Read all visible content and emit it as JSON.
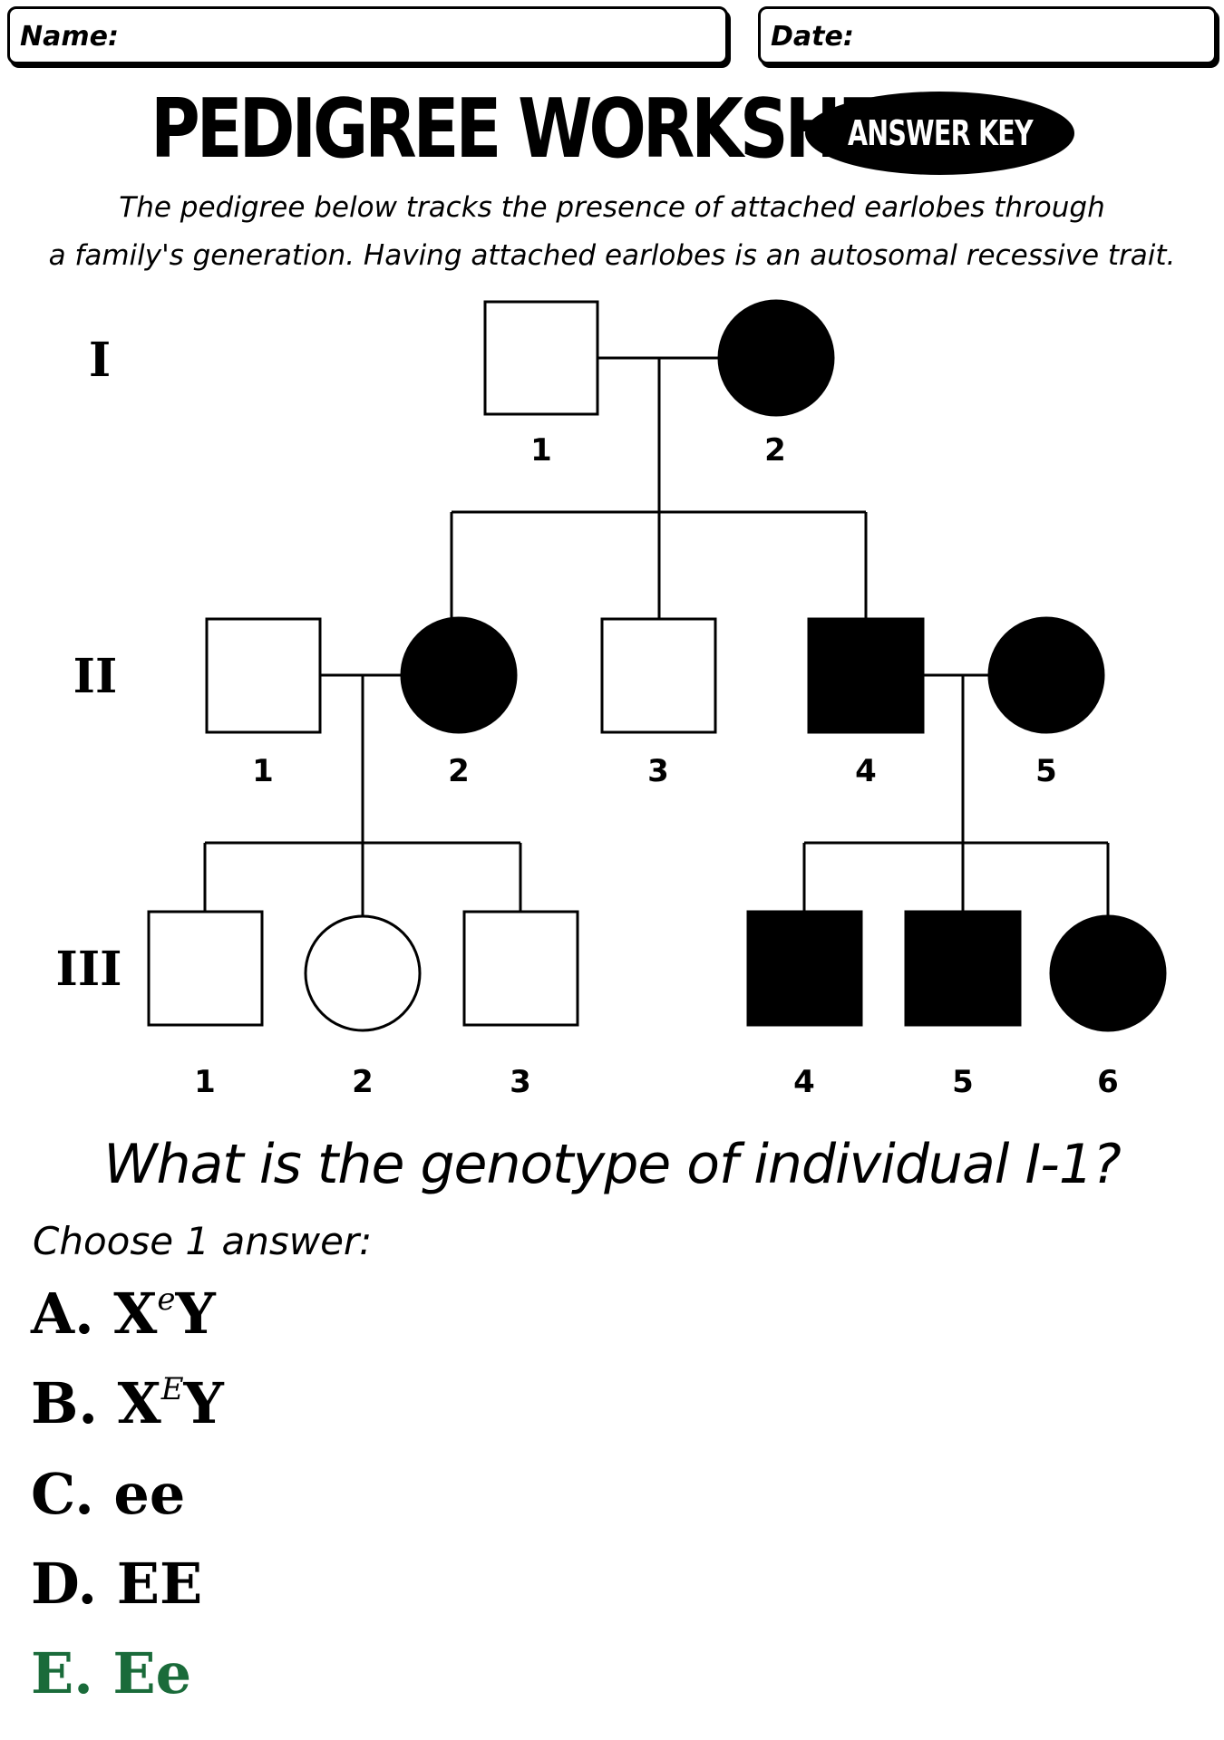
{
  "header": {
    "name_label": "Name:",
    "date_label": "Date:"
  },
  "title": "PEDIGREE WORKSHEET",
  "badge": "ANSWER KEY",
  "intro": {
    "line1": "The pedigree below tracks the presence of attached earlobes through",
    "line2": "a family's generation. Having attached earlobes is an autosomal recessive trait."
  },
  "pedigree": {
    "generations": [
      "I",
      "II",
      "III"
    ],
    "individuals": {
      "I": [
        {
          "label": "1",
          "sex": "male",
          "affected": false
        },
        {
          "label": "2",
          "sex": "female",
          "affected": true
        }
      ],
      "II": [
        {
          "label": "1",
          "sex": "male",
          "affected": false
        },
        {
          "label": "2",
          "sex": "female",
          "affected": true
        },
        {
          "label": "3",
          "sex": "male",
          "affected": false
        },
        {
          "label": "4",
          "sex": "male",
          "affected": true
        },
        {
          "label": "5",
          "sex": "female",
          "affected": true
        }
      ],
      "III": [
        {
          "label": "1",
          "sex": "male",
          "affected": false
        },
        {
          "label": "2",
          "sex": "female",
          "affected": false
        },
        {
          "label": "3",
          "sex": "male",
          "affected": false
        },
        {
          "label": "4",
          "sex": "male",
          "affected": true
        },
        {
          "label": "5",
          "sex": "male",
          "affected": true
        },
        {
          "label": "6",
          "sex": "female",
          "affected": true
        }
      ]
    }
  },
  "question": "What is the genotype of individual I-1?",
  "instruction": "Choose 1 answer:",
  "answers": {
    "a": {
      "prefix": "A. X",
      "sup": "e",
      "suffix": "Y"
    },
    "b": {
      "prefix": "B. X",
      "sup": "E",
      "suffix": "Y"
    },
    "c": {
      "text": "C. ee"
    },
    "d": {
      "text": "D. EE"
    },
    "e": {
      "text": "E. Ee"
    }
  },
  "correct_answer": "E",
  "colors": {
    "correct": "#1a6b3a",
    "ink": "#000000"
  }
}
